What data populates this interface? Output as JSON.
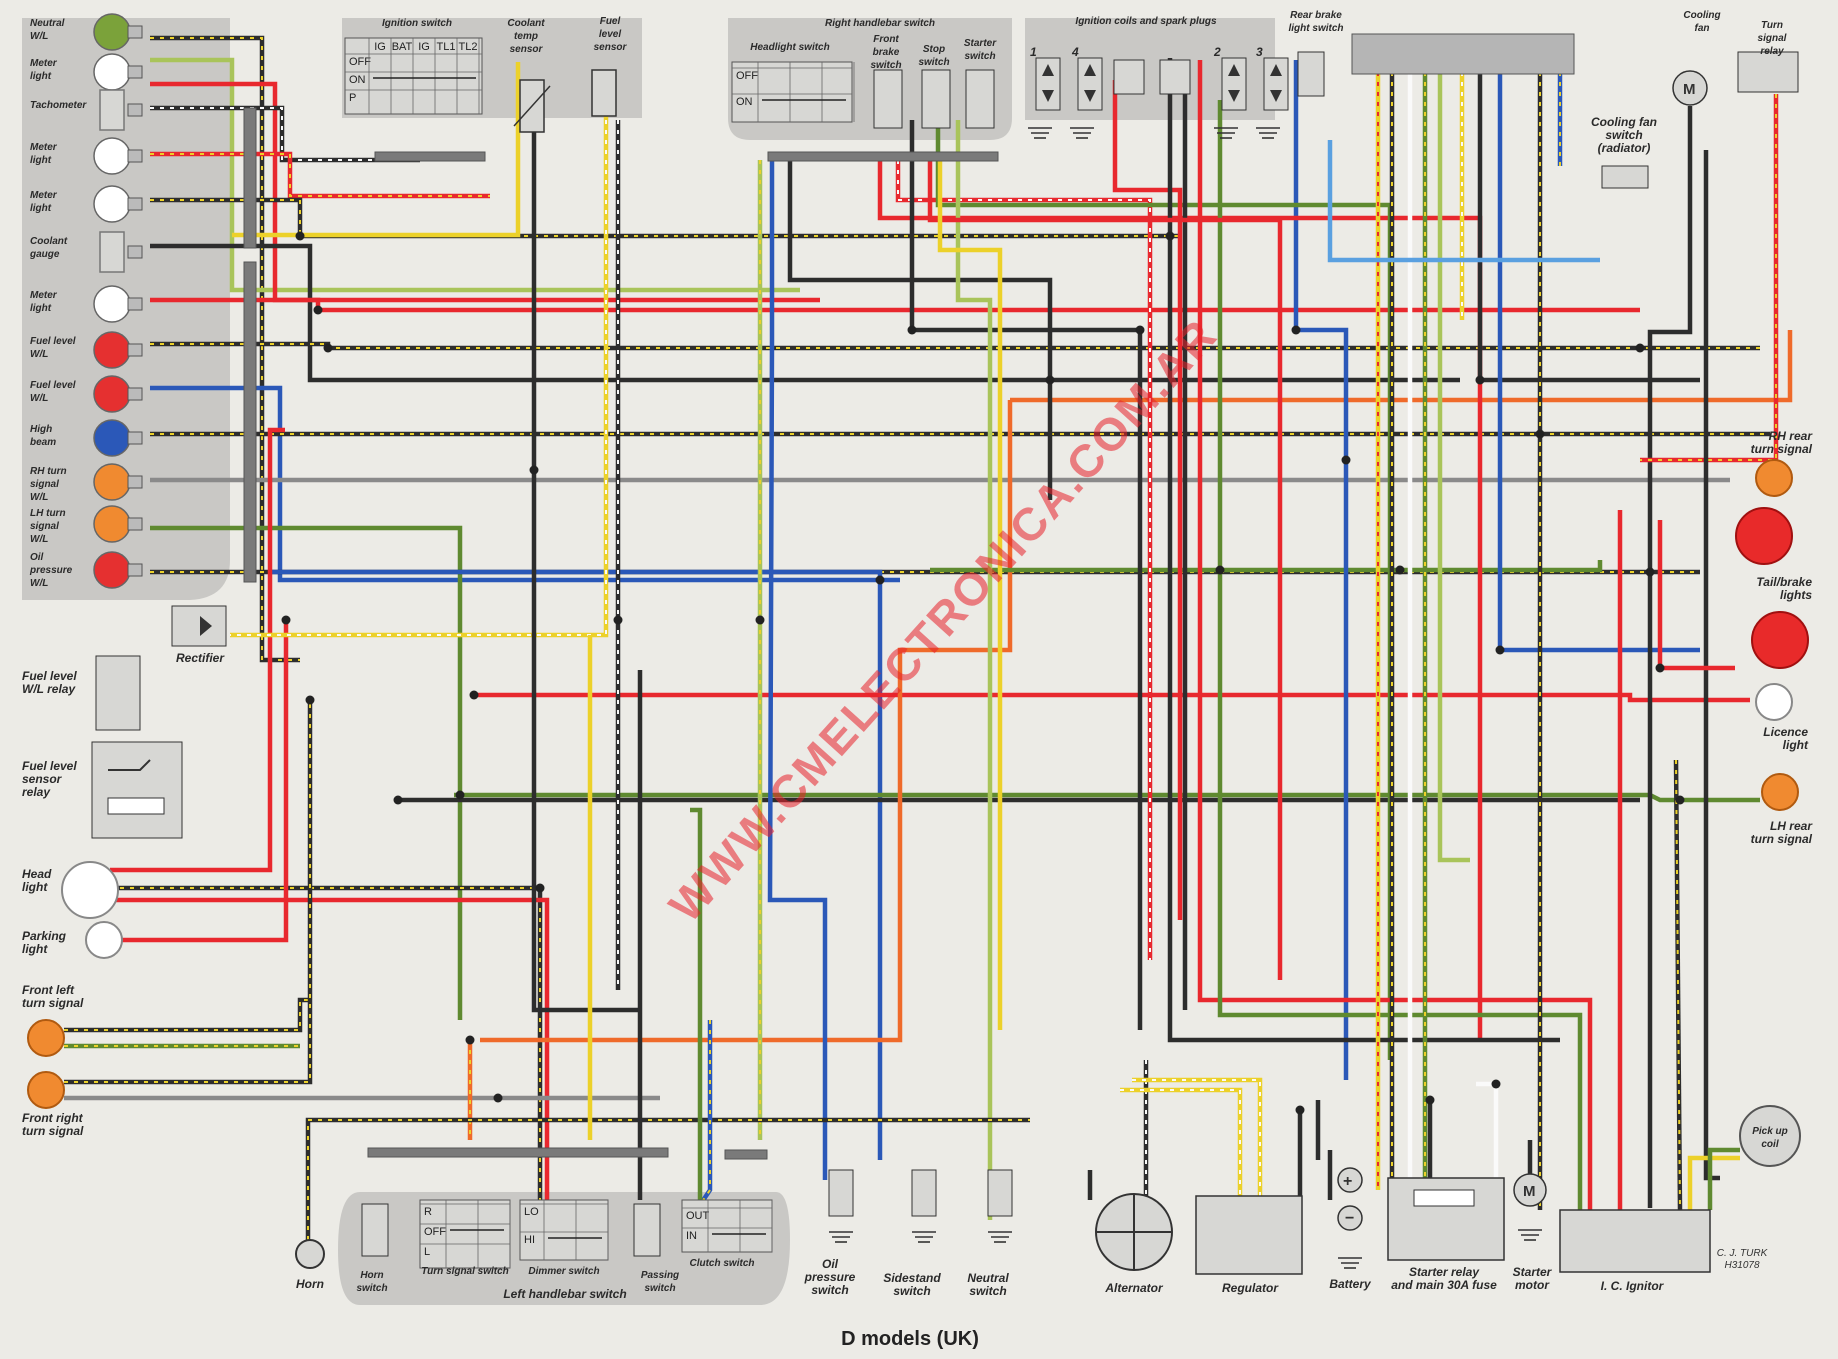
{
  "diagram": {
    "title": "D models (UK)",
    "credit": [
      "C. J. TURK",
      "H31078"
    ],
    "watermark": "WWW.CMELECTRONICA.COM.AR",
    "panels": {
      "ignition_switch": "Ignition switch",
      "coolant_temp_sensor": [
        "Coolant",
        "temp",
        "sensor"
      ],
      "fuel_level_sensor": [
        "Fuel",
        "level",
        "sensor"
      ],
      "right_handlebar_switch": "Right handlebar switch",
      "headlight_switch": "Headlight switch",
      "front_brake_switch": [
        "Front",
        "brake",
        "switch"
      ],
      "stop_switch": [
        "Stop",
        "switch"
      ],
      "starter_switch": [
        "Starter",
        "switch"
      ],
      "ignition_coils": "Ignition coils and spark plugs",
      "rear_brake_switch": [
        "Rear brake",
        "light switch"
      ],
      "cooling_fan": [
        "Cooling",
        "fan"
      ],
      "turn_signal_relay": [
        "Turn",
        "signal",
        "relay"
      ],
      "cooling_fan_switch": [
        "Cooling fan",
        "switch",
        "(radiator)"
      ],
      "left_handlebar_switch": "Left handlebar switch",
      "horn_switch": [
        "Horn",
        "switch"
      ],
      "turn_signal_switch": "Turn signal switch",
      "dimmer_switch": "Dimmer switch",
      "passing_switch": [
        "Passing",
        "switch"
      ],
      "clutch_switch": "Clutch switch"
    },
    "ignition_switch_rows": [
      "OFF",
      "ON",
      "P"
    ],
    "ignition_switch_cols": [
      "IG",
      "BAT",
      "IG",
      "TL1",
      "TL2"
    ],
    "headlight_switch_rows": [
      "OFF",
      "ON"
    ],
    "turn_signal_switch_rows": [
      "R",
      "OFF",
      "L"
    ],
    "dimmer_switch_rows": [
      "LO",
      "HI"
    ],
    "clutch_switch_rows": [
      "OUT",
      "IN"
    ],
    "coil_numbers": [
      "1",
      "4",
      "2",
      "3"
    ],
    "cluster_items": [
      [
        "Neutral",
        "W/L"
      ],
      [
        "Meter",
        "light"
      ],
      [
        "Tachometer"
      ],
      [
        "Meter",
        "light"
      ],
      [
        "Meter",
        "light"
      ],
      [
        "Coolant",
        "gauge"
      ],
      [
        "Meter",
        "light"
      ],
      [
        "Fuel level",
        "W/L"
      ],
      [
        "Fuel level",
        "W/L"
      ],
      [
        "High",
        "beam"
      ],
      [
        "RH turn",
        "signal",
        "W/L"
      ],
      [
        "LH turn",
        "signal",
        "W/L"
      ],
      [
        "Oil",
        "pressure",
        "W/L"
      ]
    ],
    "left_components": {
      "rectifier": "Rectifier",
      "fuel_level_wl_relay": [
        "Fuel level",
        "W/L relay"
      ],
      "fuel_level_sensor_relay": [
        "Fuel level",
        "sensor",
        "relay"
      ],
      "head_light": [
        "Head",
        "light"
      ],
      "parking_light": [
        "Parking",
        "light"
      ],
      "front_left_turn": [
        "Front left",
        "turn signal"
      ],
      "front_right_turn": [
        "Front right",
        "turn signal"
      ]
    },
    "right_components": {
      "rh_rear_turn": [
        "RH rear",
        "turn signal"
      ],
      "tail_brake": [
        "Tail/brake",
        "lights"
      ],
      "licence_light": [
        "Licence",
        "light"
      ],
      "lh_rear_turn": [
        "LH rear",
        "turn signal"
      ],
      "pick_up_coil": [
        "Pick up",
        "coil"
      ]
    },
    "bottom_components": {
      "horn": "Horn",
      "oil_pressure_switch": [
        "Oil",
        "pressure",
        "switch"
      ],
      "sidestand_switch": [
        "Sidestand",
        "switch"
      ],
      "neutral_switch": [
        "Neutral",
        "switch"
      ],
      "alternator": "Alternator",
      "regulator": "Regulator",
      "battery": "Battery",
      "starter_relay": [
        "Starter relay",
        "and main 30A fuse"
      ],
      "starter_motor": [
        "Starter",
        "motor"
      ],
      "ic_ignitor": "I. C. Ignitor"
    },
    "motor_symbol": "M",
    "colors": {
      "paper": "#ecebe6",
      "panel": "#c9c8c5",
      "black": "#2d2d2d",
      "red": "#e8282e",
      "blue": "#2b58b8",
      "yellow": "#ecd12a",
      "green": "#5f8a30",
      "light_green": "#a9c45a",
      "orange": "#ef6a2a",
      "brown": "#7a4a2a",
      "white": "#fafafa",
      "gray": "#8a8a8a",
      "light_blue": "#5aa0e0",
      "watermark": "#e8202a"
    }
  }
}
